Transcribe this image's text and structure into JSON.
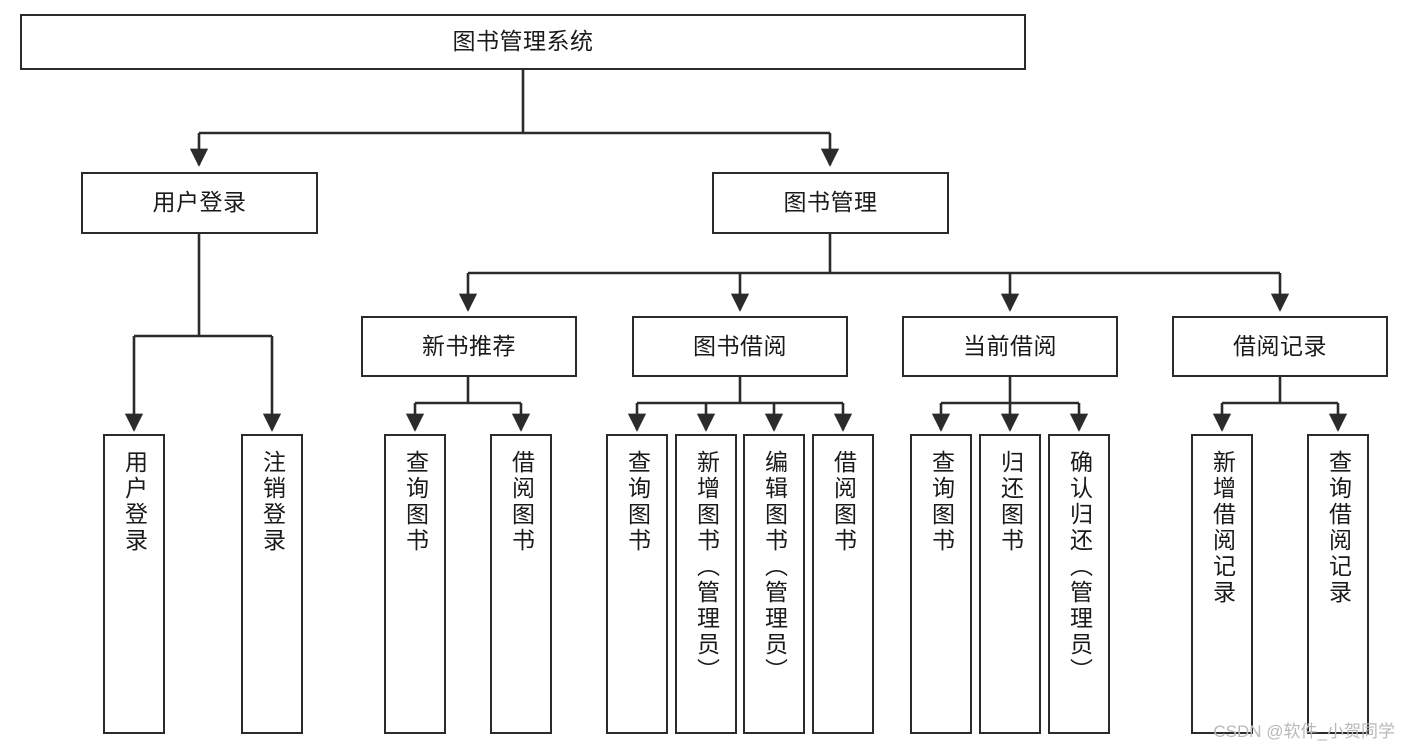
{
  "diagram": {
    "title": "图书管理系统",
    "type": "tree-hierarchy-diagram",
    "style": {
      "background": "#ffffff",
      "node_fill": "#ffffff",
      "node_stroke": "#2b2b2b",
      "edge_color": "#2b2b2b",
      "text_color": "#1a1a1a"
    },
    "root": {
      "label": "图书管理系统"
    },
    "level2": [
      {
        "label": "用户登录"
      },
      {
        "label": "图书管理"
      }
    ],
    "level3": [
      {
        "label": "新书推荐"
      },
      {
        "label": "图书借阅"
      },
      {
        "label": "当前借阅"
      },
      {
        "label": "借阅记录"
      }
    ],
    "leaves": {
      "user_login": [
        {
          "label": "用户登录"
        },
        {
          "label": "注销登录"
        }
      ],
      "new_book": [
        {
          "label": "查询图书"
        },
        {
          "label": "借阅图书"
        }
      ],
      "book_borrow": [
        {
          "label": "查询图书"
        },
        {
          "label": "新增图书（管理员）"
        },
        {
          "label": "编辑图书（管理员）"
        },
        {
          "label": "借阅图书"
        }
      ],
      "current_borrow": [
        {
          "label": "查询图书"
        },
        {
          "label": "归还图书"
        },
        {
          "label": "确认归还（管理员）"
        }
      ],
      "borrow_record": [
        {
          "label": "新增借阅记录"
        },
        {
          "label": "查询借阅记录"
        }
      ]
    }
  },
  "watermark": "CSDN @软件_小贺同学"
}
